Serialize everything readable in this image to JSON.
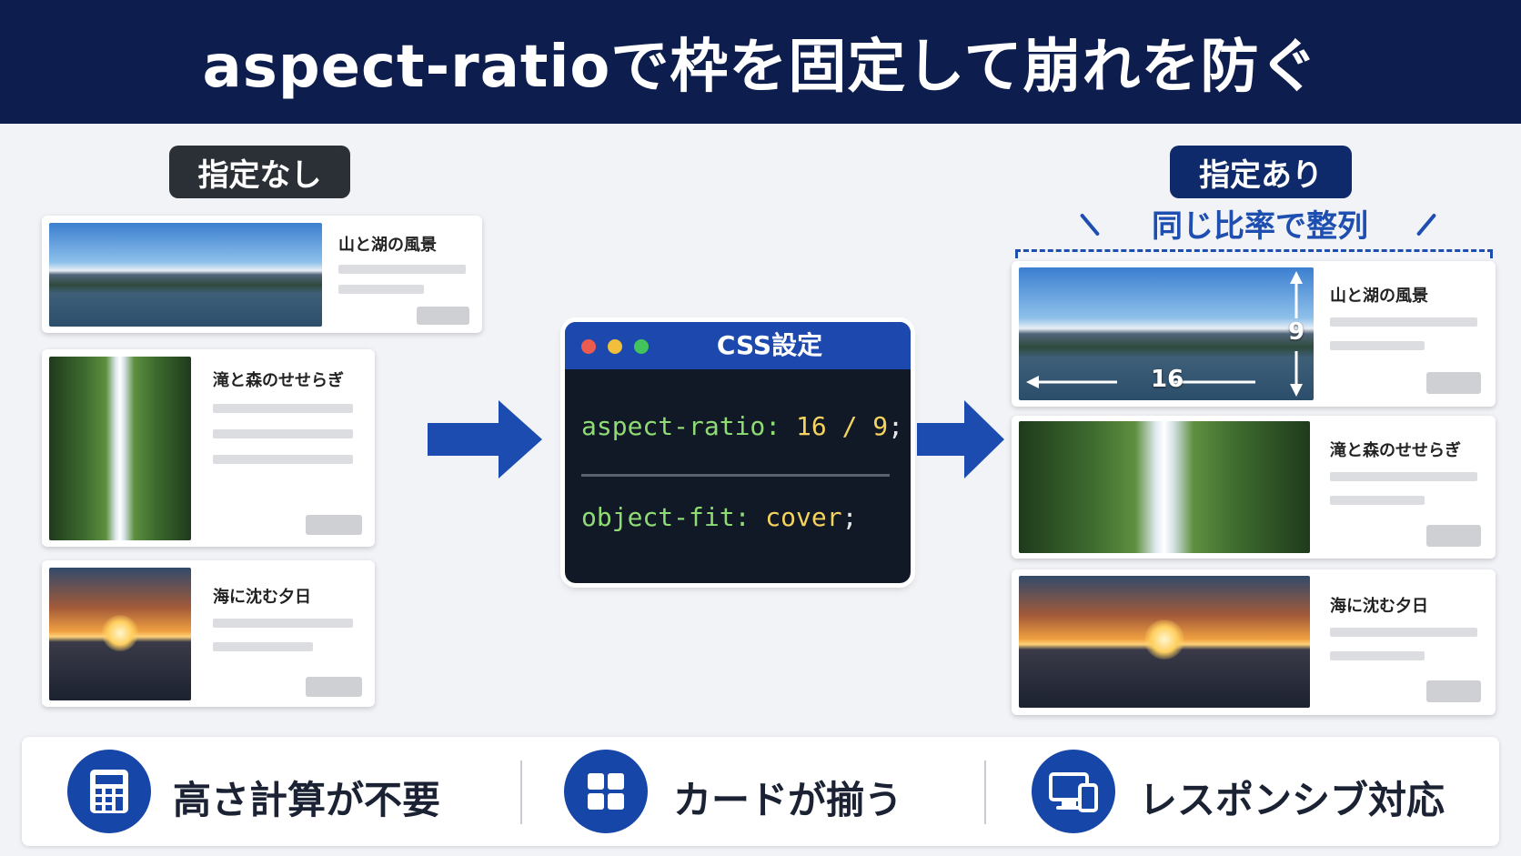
{
  "title": "aspect-ratioで枠を固定して崩れを防ぐ",
  "left_panel": {
    "label": "指定なし",
    "cards": [
      {
        "title": "山と湖の風景",
        "image": "mountain-lake"
      },
      {
        "title": "滝と森のせせらぎ",
        "image": "waterfall-forest"
      },
      {
        "title": "海に沈む夕日",
        "image": "sea-sunset"
      }
    ]
  },
  "center_panel": {
    "window_title": "CSS設定",
    "code": [
      {
        "property": "aspect-ratio:",
        "value": "16 / 9",
        "end": ";"
      },
      {
        "property": "object-fit:",
        "value": "cover",
        "end": ";"
      }
    ]
  },
  "right_panel": {
    "label": "指定あり",
    "caption": "同じ比率で整列",
    "ratio_width": "16",
    "ratio_height": "9",
    "cards": [
      {
        "title": "山と湖の風景",
        "image": "mountain-lake"
      },
      {
        "title": "滝と森のせせらぎ",
        "image": "waterfall-forest"
      },
      {
        "title": "海に沈む夕日",
        "image": "sea-sunset"
      }
    ]
  },
  "features": [
    {
      "icon": "calculator-icon",
      "label": "高さ計算が不要"
    },
    {
      "icon": "grid-icon",
      "label": "カードが揃う"
    },
    {
      "icon": "devices-icon",
      "label": "レスポンシブ対応"
    }
  ],
  "colors": {
    "header_bg": "#0d1d4e",
    "accent_blue": "#1646a8",
    "code_property": "#8fdc74",
    "code_value": "#f4d35e"
  }
}
